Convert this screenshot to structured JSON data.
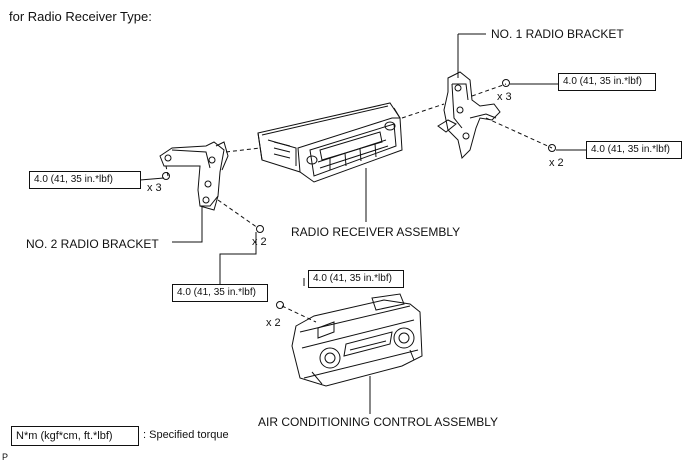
{
  "header": {
    "title": "for Radio Receiver Type:"
  },
  "labels": {
    "no1_bracket": "NO. 1 RADIO BRACKET",
    "no2_bracket": "NO. 2 RADIO BRACKET",
    "radio_receiver": "RADIO RECEIVER ASSEMBLY",
    "ac_control": "AIR CONDITIONING CONTROL ASSEMBLY"
  },
  "torque_specs": {
    "top_right": "4.0 (41, 35 in.*lbf)",
    "right_lower": "4.0 (41, 35 in.*lbf)",
    "left": "4.0 (41, 35 in.*lbf)",
    "bottom_left": "4.0 (41, 35 in.*lbf)",
    "ac_top": "4.0 (41, 35 in.*lbf)"
  },
  "quantities": {
    "top_right": "x 3",
    "right_lower": "x 2",
    "left": "x 3",
    "left_lower": "x 2",
    "ac": "x 2"
  },
  "legend": {
    "unit_box": "N*m (kgf*cm, ft.*lbf)",
    "description": ": Specified torque"
  },
  "footer": {
    "code": "P"
  }
}
